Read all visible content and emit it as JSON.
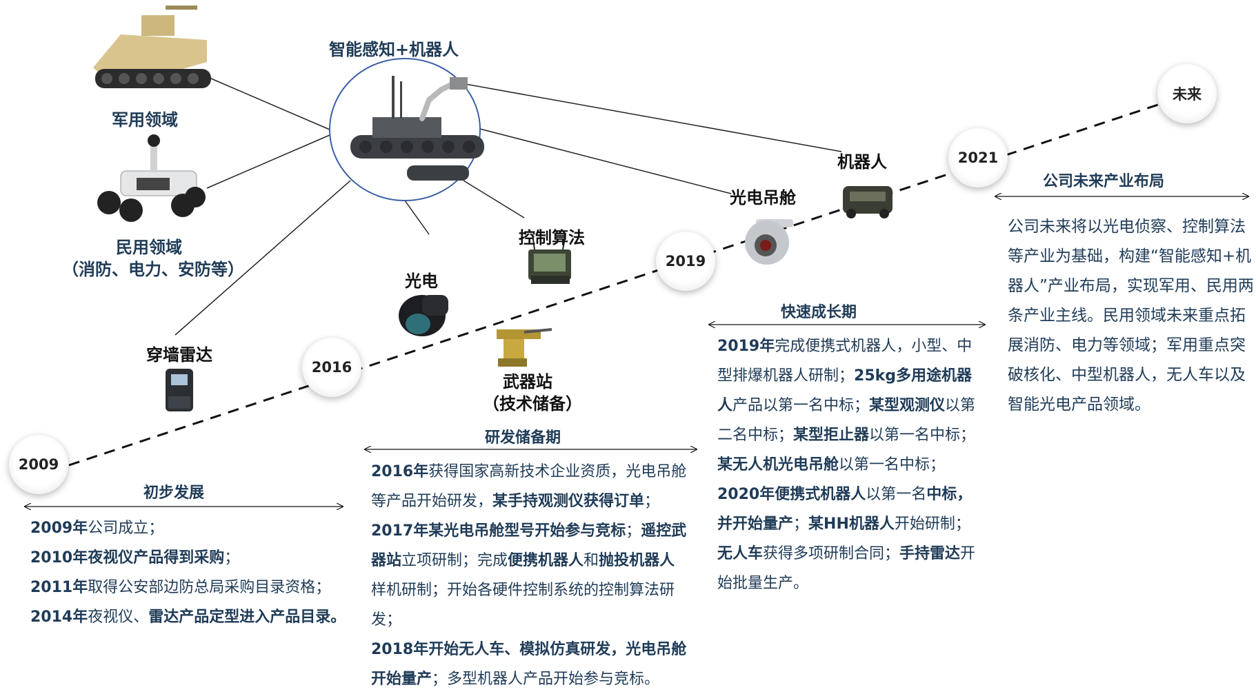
{
  "years": [
    "2009",
    "2016",
    "2019",
    "2021",
    "未来"
  ],
  "center_label": "智能感知+机器人",
  "branches": {
    "military": "军用领域",
    "civil_line1": "民用领域",
    "civil_line2": "（消防、电力、安防等）",
    "radar": "穿墙雷达",
    "optoelectronic": "光电",
    "control_algorithm": "控制算法",
    "weapon_station_line1": "武器站",
    "weapon_station_line2": "（技术储备）",
    "gimbal": "光电吊舱",
    "robot": "机器人"
  },
  "phases": {
    "p1": "初步发展",
    "p2": "研发储备期",
    "p3": "快速成长期",
    "p4": "公司未来产业布局"
  },
  "phase1_lines": [
    [
      {
        "t": "2009年",
        "b": true
      },
      {
        "t": "公司成立；",
        "b": false
      }
    ],
    [
      {
        "t": "2010年夜视仪产品得到采购",
        "b": true
      },
      {
        "t": "；",
        "b": false
      }
    ],
    [
      {
        "t": "2011年",
        "b": true
      },
      {
        "t": "取得公安部边防总局采购目录资格；",
        "b": false
      }
    ],
    [
      {
        "t": "2014年",
        "b": true
      },
      {
        "t": "夜视仪、",
        "b": false
      },
      {
        "t": "雷达产品定型进入产品目录。",
        "b": true
      }
    ]
  ],
  "phase2_lines": [
    [
      {
        "t": "2016年",
        "b": true
      },
      {
        "t": "获得国家高新技术企业资质，光电吊舱",
        "b": false
      }
    ],
    [
      {
        "t": "等产品开始研发，",
        "b": false
      },
      {
        "t": "某手持观测仪获得订单",
        "b": true
      },
      {
        "t": "；",
        "b": false
      }
    ],
    [
      {
        "t": "2017年某光电吊舱型号开始参与竞标",
        "b": true
      },
      {
        "t": "；",
        "b": false
      },
      {
        "t": "遥控武",
        "b": true
      }
    ],
    [
      {
        "t": "器站",
        "b": true
      },
      {
        "t": "立项研制；完成",
        "b": false
      },
      {
        "t": "便携机器人",
        "b": true
      },
      {
        "t": "和",
        "b": false
      },
      {
        "t": "抛投机器人",
        "b": true
      }
    ],
    [
      {
        "t": "样机研制；开始各硬件控制系统的控制算法研",
        "b": false
      }
    ],
    [
      {
        "t": "发；",
        "b": false
      }
    ],
    [
      {
        "t": "2018年开始无人车、模拟仿真研发，光电吊舱",
        "b": true
      }
    ],
    [
      {
        "t": "开始量产",
        "b": true
      },
      {
        "t": "；多型机器人产品开始参与竞标。",
        "b": false
      }
    ]
  ],
  "phase3_lines": [
    [
      {
        "t": "2019年",
        "b": true
      },
      {
        "t": "完成便携式机器人，小型、中",
        "b": false
      }
    ],
    [
      {
        "t": "型排爆机器人研制；",
        "b": false
      },
      {
        "t": "25kg多用途机器",
        "b": true
      }
    ],
    [
      {
        "t": "人",
        "b": true
      },
      {
        "t": "产品以第一名中标；",
        "b": false
      },
      {
        "t": "某型观测仪",
        "b": true
      },
      {
        "t": "以第",
        "b": false
      }
    ],
    [
      {
        "t": "二名中标；",
        "b": false
      },
      {
        "t": "某型拒止器",
        "b": true
      },
      {
        "t": "以第一名中标；",
        "b": false
      }
    ],
    [
      {
        "t": "某无人机光电吊舱",
        "b": true
      },
      {
        "t": "以第一名中标；",
        "b": false
      }
    ],
    [
      {
        "t": "2020年便携式机器人",
        "b": true
      },
      {
        "t": "以第一名",
        "b": false
      },
      {
        "t": "中标，",
        "b": true
      }
    ],
    [
      {
        "t": "并开始量产",
        "b": true
      },
      {
        "t": "；",
        "b": false
      },
      {
        "t": "某HH机器人",
        "b": true
      },
      {
        "t": "开始研制；",
        "b": false
      }
    ],
    [
      {
        "t": "无人车",
        "b": true
      },
      {
        "t": "获得多项研制合同；",
        "b": false
      },
      {
        "t": "手持雷达",
        "b": true
      },
      {
        "t": "开",
        "b": false
      }
    ],
    [
      {
        "t": "始批量生产。",
        "b": false
      }
    ]
  ],
  "future_text": "公司未来将以光电侦察、控制算法等产业为基础，构建“智能感知+机器人”产业布局，实现军用、民用两条产业主线。民用领域未来重点拓展消防、电力等领域；军用重点突破核化、中型机器人，无人车以及智能光电产品领域。",
  "colors": {
    "text_blue": "#1f3b57",
    "line": "#111111",
    "circle": "#3a5ea8"
  }
}
